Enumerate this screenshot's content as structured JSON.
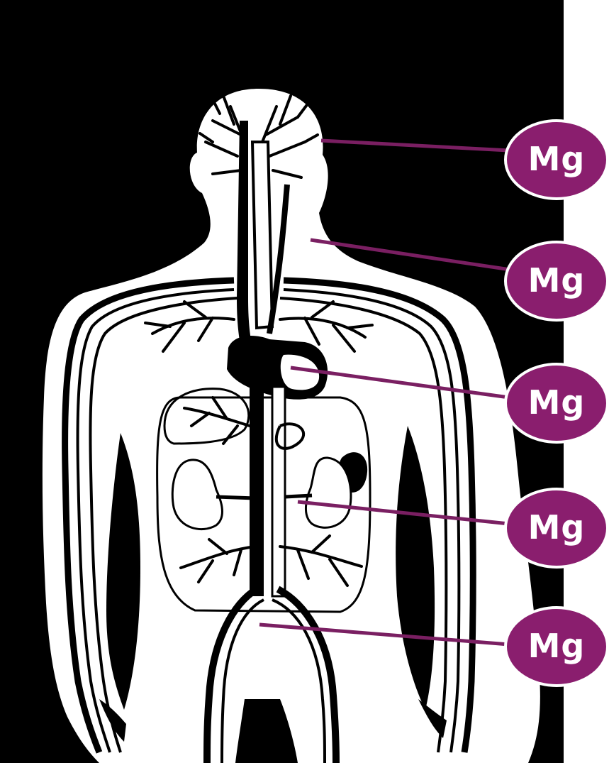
{
  "colors": {
    "background": "#000000",
    "figure": "#ffffff",
    "vessel_dark": "#000000",
    "label_fill": "#8a1e6e",
    "leader_line": "#7a1f62"
  },
  "labels": [
    "Mg",
    "Mg",
    "Mg",
    "Mg",
    "Mg"
  ]
}
